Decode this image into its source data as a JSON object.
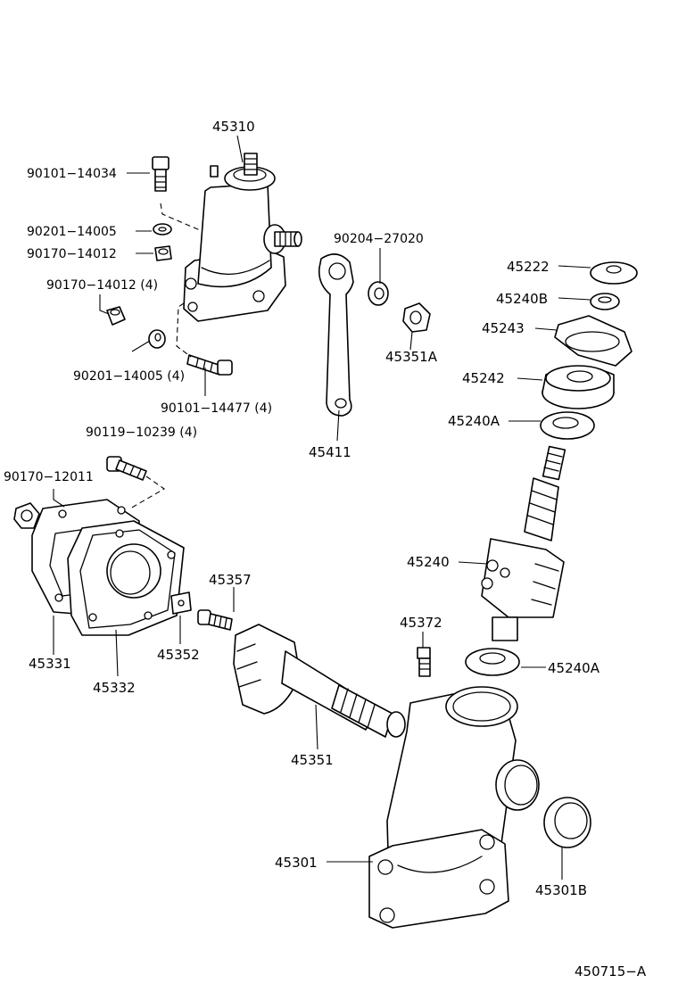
{
  "labels": {
    "l45310": "45310",
    "l90101_14034": "90101−14034",
    "l90201_14005": "90201−14005",
    "l90170_14012": "90170−14012",
    "l90170_14012_4": "90170−14012 (4)",
    "l90201_14005_4": "90201−14005 (4)",
    "l90101_14477_4": "90101−14477 (4)",
    "l90204_27020": "90204−27020",
    "l45351A": "45351A",
    "l45411": "45411",
    "l45222": "45222",
    "l45240B": "45240B",
    "l45243": "45243",
    "l45242": "45242",
    "l45240A_top": "45240A",
    "l45240": "45240",
    "l45240A_bottom": "45240A",
    "l90119_10239_4": "90119−10239 (4)",
    "l90170_12011": "90170−12011",
    "l45331": "45331",
    "l45332": "45332",
    "l45352": "45352",
    "l45357": "45357",
    "l45372": "45372",
    "l45351": "45351",
    "l45301": "45301",
    "l45301B": "45301B",
    "diagram_code": "450715−A"
  }
}
